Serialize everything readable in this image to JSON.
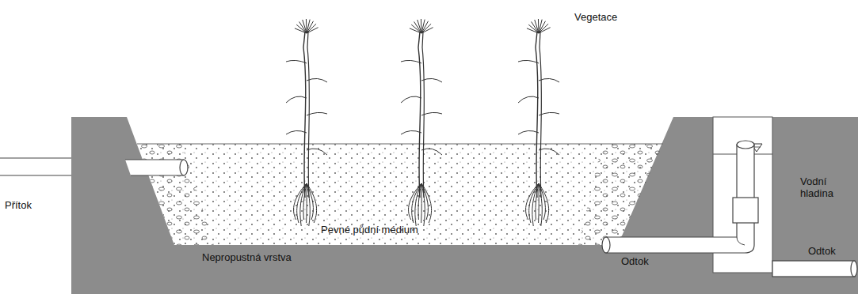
{
  "diagram": {
    "labels": [
      "Vegetace",
      "Vodní hladina",
      "Přítok",
      "Pevné půdní médium",
      "Odtok",
      "Odtok",
      "Nepropustná vrstva"
    ]
  }
}
